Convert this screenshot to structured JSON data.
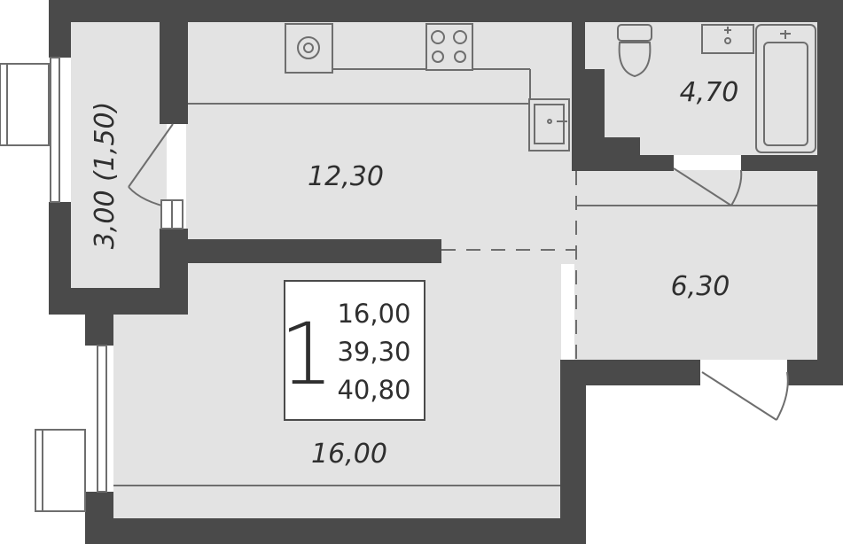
{
  "rooms": {
    "kitchen_area": "12,30",
    "bathroom_area": "4,70",
    "hall_area": "6,30",
    "living_area": "16,00",
    "balcony_area": "3,00 (1,50)"
  },
  "info_box": {
    "room_count": "1",
    "living_area": "16,00",
    "total_area": "39,30",
    "total_area_with_balcony": "40,80"
  },
  "colors": {
    "wall": "#4a4a4a",
    "floor": "#e3e3e3",
    "line": "#6e6e6e",
    "text": "#2f2f2f"
  }
}
